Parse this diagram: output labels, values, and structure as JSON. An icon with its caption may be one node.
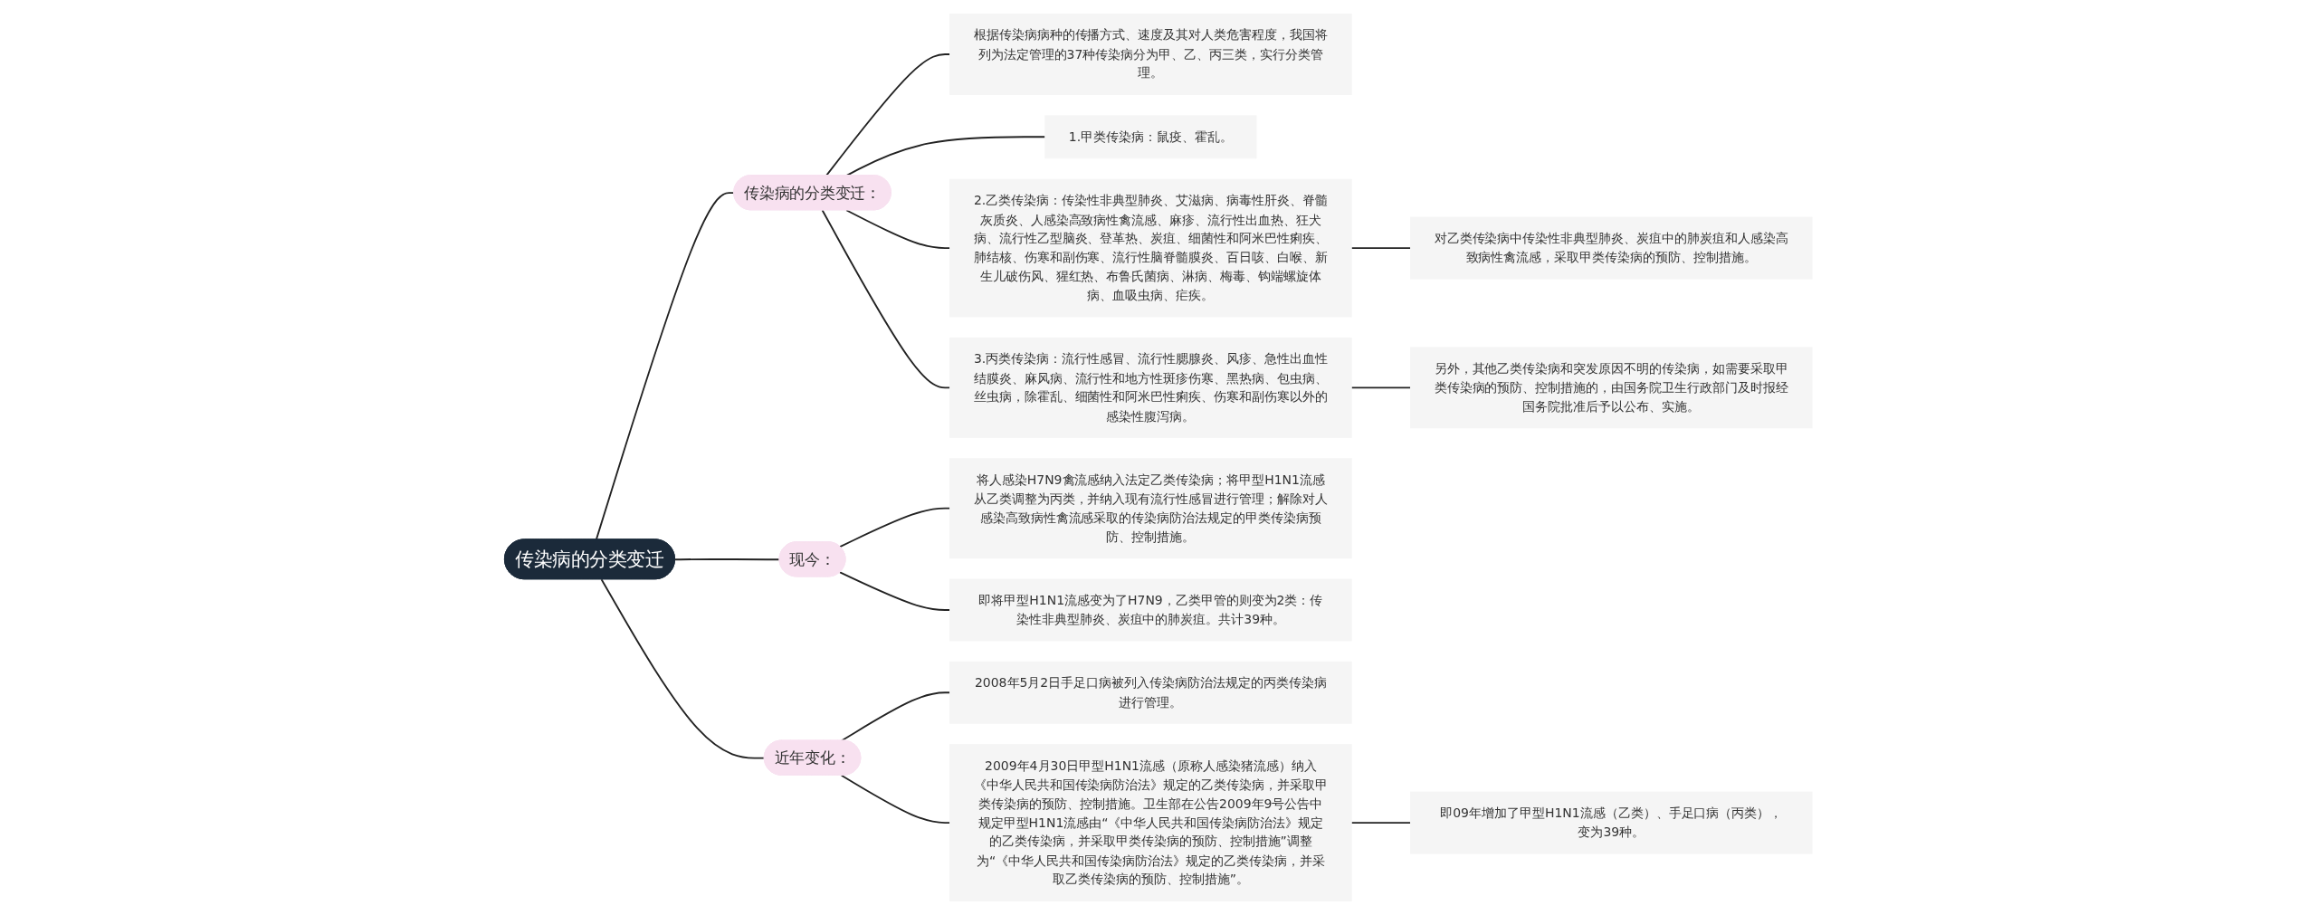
{
  "diagram": {
    "nodes": [
      {
        "text": [
          "传染病的分类变迁"
        ]
      },
      {
        "text": [
          "传染病的分类变迁："
        ]
      },
      {
        "text": [
          "根据传染病病种的传播方式、速度及其对人类危害程度，我国将列为法定管理的37种传染病分为甲、乙、丙三类，实行分类管理。"
        ]
      },
      {
        "text": [
          "1.甲类传染病：鼠疫、霍乱。"
        ]
      },
      {
        "text": [
          "2.乙类传染病：传染性非典型肺炎、艾滋病、病毒性肝炎、脊髓灰质炎、人感染高致病性禽流感、麻疹、流行性出血热、狂犬病、流行性乙型脑炎、登革热、炭疽、细菌性和阿米巴性痢疾、肺结核、伤寒和副伤寒、流行性脑脊髓膜炎、百日咳、白喉、新生儿破伤风、猩红热、布鲁氏菌病、淋病、梅毒、钩端螺旋体病、血吸虫病、疟疾。"
        ]
      },
      {
        "text": [
          "对乙类传染病中传染性非典型肺炎、炭疽中的肺炭疽和人感染高致病性禽流感，采取甲类传染病的预防、控制措施。"
        ]
      },
      {
        "text": [
          "3.丙类传染病：流行性感冒、流行性腮腺炎、风疹、急性出血性结膜炎、麻风病、流行性和地方性斑疹伤寒、黑热病、包虫病、丝虫病，除霍乱、细菌性和阿米巴性痢疾、伤寒和副伤寒以外的感染性腹泻病。"
        ]
      },
      {
        "text": [
          "另外，其他乙类传染病和突发原因不明的传染病，如需要采取甲类传染病的预防、控制措施的，由国务院卫生行政部门及时报经国务院批准后予以公布、实施。"
        ]
      },
      {
        "text": [
          "现今："
        ]
      },
      {
        "text": [
          "将人感染H7N9禽流感纳入法定乙类传染病；将甲型H1N1流感从乙类调整为丙类，并纳入现有流行性感冒进行管理；解除对人感染高致病性禽流感采取的传染病防治法规定的甲类传染病预防、控制措施。"
        ]
      },
      {
        "text": [
          "即将甲型H1N1流感变为了H7N9，乙类甲管的则变为2类：传染性非典型肺炎、炭疽中的肺炭疽。共计39种。"
        ]
      },
      {
        "text": [
          "近年变化："
        ]
      },
      {
        "text": [
          "2008年5月2日手足口病被列入传染病防治法规定的丙类传染病进行管理。"
        ]
      },
      {
        "text": [
          "2009年4月30日甲型H1N1流感（原称人感染猪流感）纳入《中华人民共和国传染病防治法》规定的乙类传染病，并采取甲类传染病的预防、控制措施。卫生部在公告2009年9号公告中规定甲型H1N1流感由“《中华人民共和国传染病防治法》规定的乙类传染病，并采取甲类传染病的预防、控制措施”调整为“《中华人民共和国传染病防治法》规定的乙类传染病，并采取乙类传染病的预防、控制措施”。"
        ]
      },
      {
        "text": [
          "即09年增加了甲型H1N1流感（乙类）、手足口病（丙类），变为39种。"
        ]
      }
    ],
    "edges": [
      {
        "from": 0,
        "to": 1,
        "arrow": "none"
      },
      {
        "from": 1,
        "to": 2,
        "arrow": "none"
      },
      {
        "from": 1,
        "to": 3,
        "arrow": "none"
      },
      {
        "from": 1,
        "to": 4,
        "arrow": "none"
      },
      {
        "from": 4,
        "to": 5,
        "arrow": "none"
      },
      {
        "from": 1,
        "to": 6,
        "arrow": "none"
      },
      {
        "from": 6,
        "to": 7,
        "arrow": "none"
      },
      {
        "from": 0,
        "to": 8,
        "arrow": "none"
      },
      {
        "from": 8,
        "to": 9,
        "arrow": "none"
      },
      {
        "from": 8,
        "to": 10,
        "arrow": "none"
      },
      {
        "from": 0,
        "to": 11,
        "arrow": "none"
      },
      {
        "from": 11,
        "to": 12,
        "arrow": "none"
      },
      {
        "from": 11,
        "to": 13,
        "arrow": "none"
      },
      {
        "from": 13,
        "to": 14,
        "arrow": "none"
      }
    ]
  }
}
